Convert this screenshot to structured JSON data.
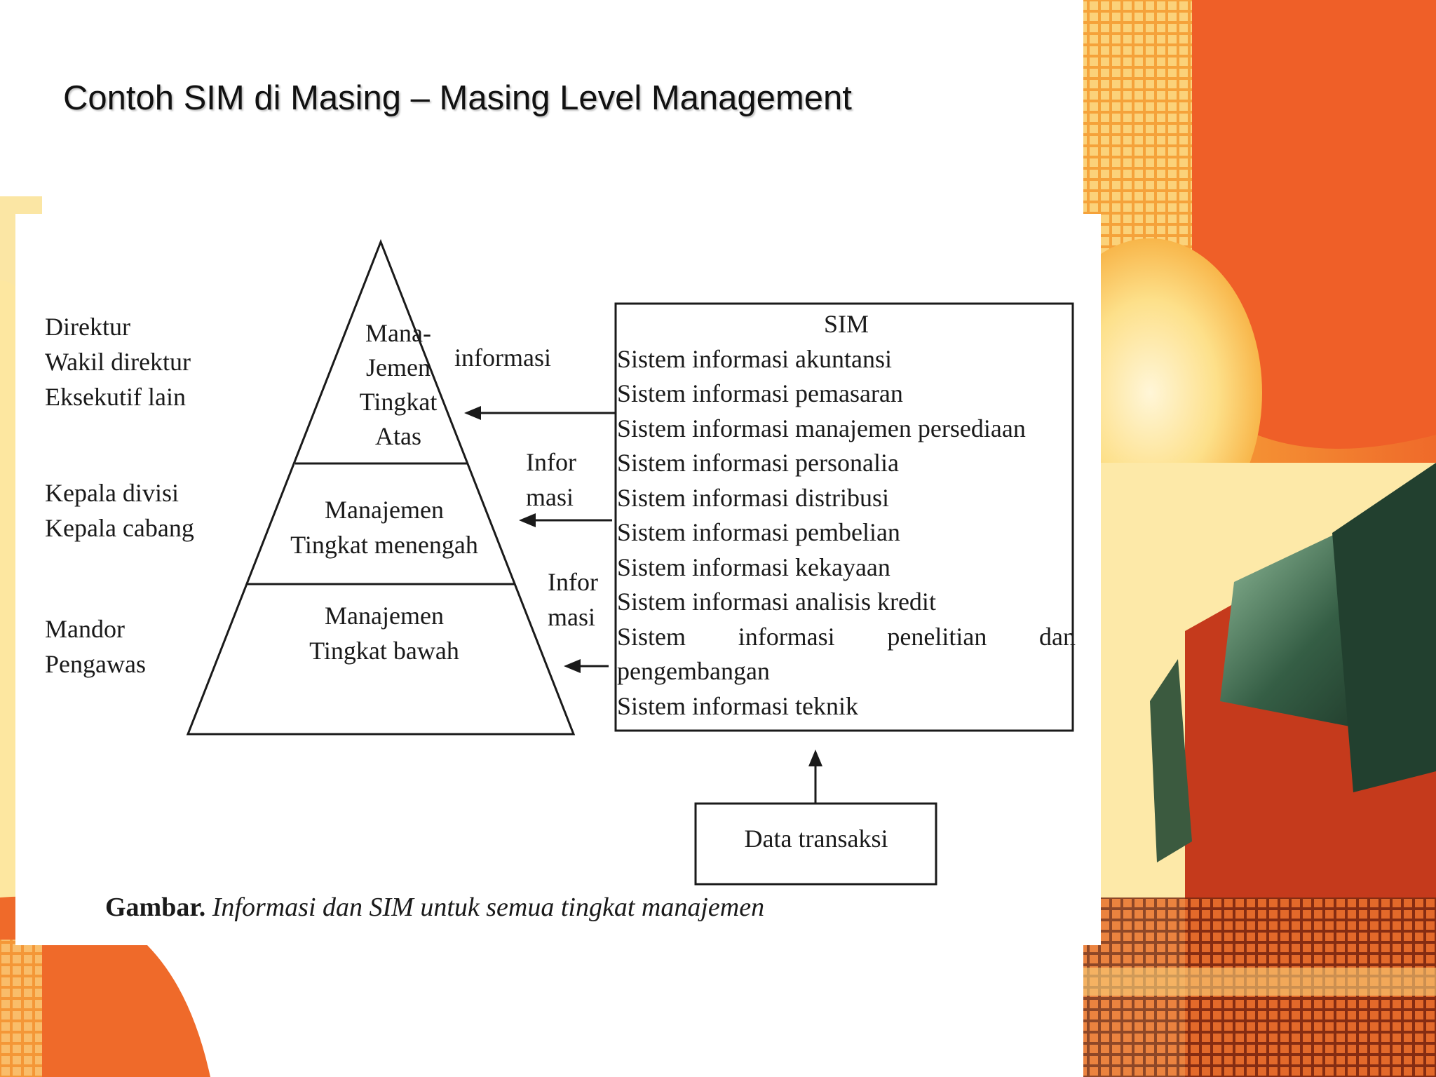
{
  "slide": {
    "title": "Contoh SIM di Masing – Masing Level Management"
  },
  "diagram": {
    "roles": {
      "top": [
        "Direktur",
        "Wakil direktur",
        "Eksekutif lain"
      ],
      "middle": [
        "Kepala divisi",
        "Kepala cabang"
      ],
      "bottom": [
        "Mandor",
        "Pengawas"
      ]
    },
    "pyramid": {
      "top": [
        "Mana-",
        "Jemen",
        "Tingkat",
        "Atas"
      ],
      "middle": [
        "Manajemen",
        "Tingkat menengah"
      ],
      "bottom": [
        "Manajemen",
        "Tingkat bawah"
      ]
    },
    "arrow_labels": {
      "top": "informasi",
      "middle": [
        "Infor",
        "masi"
      ],
      "bottom": [
        "Infor",
        "masi"
      ]
    },
    "sim_box": {
      "title": "SIM",
      "items": [
        "Sistem informasi akuntansi",
        "Sistem informasi pemasaran",
        "Sistem informasi manajemen persediaan",
        "Sistem informasi personalia",
        "Sistem informasi distribusi",
        "Sistem informasi pembelian",
        "Sistem informasi kekayaan",
        "Sistem informasi analisis kredit"
      ],
      "wrapped_item": {
        "words": [
          "Sistem",
          "informasi",
          "penelitian",
          "dan"
        ],
        "continuation": "pengembangan"
      },
      "last_item": "Sistem informasi teknik"
    },
    "data_box": "Data transaksi",
    "caption": {
      "bold": "Gambar.",
      "italic": "Informasi dan SIM untuk semua tingkat manajemen"
    }
  },
  "colors": {
    "orange_primary": "#ef6a2a",
    "yellow_glow": "#fde7a0",
    "red_deep": "#d63a1e",
    "dark_green": "#1d3a2c"
  }
}
